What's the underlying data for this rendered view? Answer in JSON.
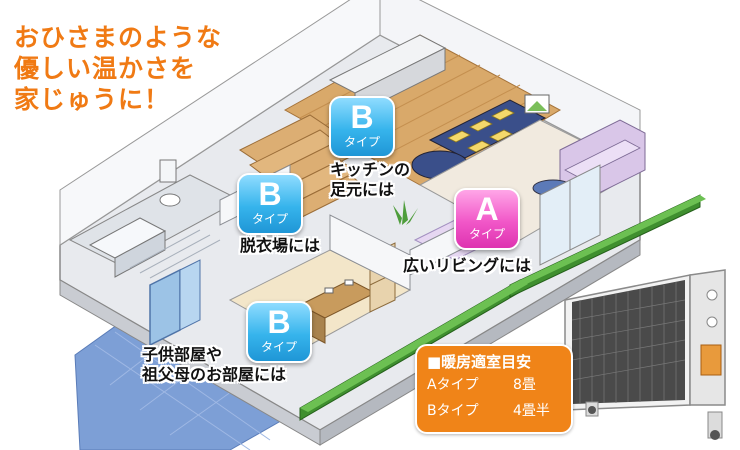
{
  "headline": {
    "lines": [
      "おひさまのような",
      "優しい温かさを",
      "家じゅうに！"
    ],
    "color": "#f07a14"
  },
  "badges": {
    "kitchen": {
      "letter": "B",
      "subtitle": "タイプ",
      "color": "#36b4ec"
    },
    "bathroom": {
      "letter": "B",
      "subtitle": "タイプ",
      "color": "#36b4ec"
    },
    "kids": {
      "letter": "B",
      "subtitle": "タイプ",
      "color": "#36b4ec"
    },
    "living": {
      "letter": "A",
      "subtitle": "タイプ",
      "color": "#f157c8"
    }
  },
  "room_labels": {
    "kitchen": [
      "キッチンの",
      "足元には"
    ],
    "bathroom": [
      "脱衣場には"
    ],
    "living": [
      "広いリビングには"
    ],
    "kids": [
      "子供部屋や",
      "祖父母のお部屋には"
    ]
  },
  "guide": {
    "title": "■暖房適室目安",
    "rows": [
      {
        "type": "Aタイプ",
        "size": "8畳"
      },
      {
        "type": "Bタイプ",
        "size": "4畳半"
      }
    ],
    "color": "#f08418"
  },
  "illustration": {
    "house": "isometric-house-cutaway",
    "heater": "panel-heater-icon"
  }
}
